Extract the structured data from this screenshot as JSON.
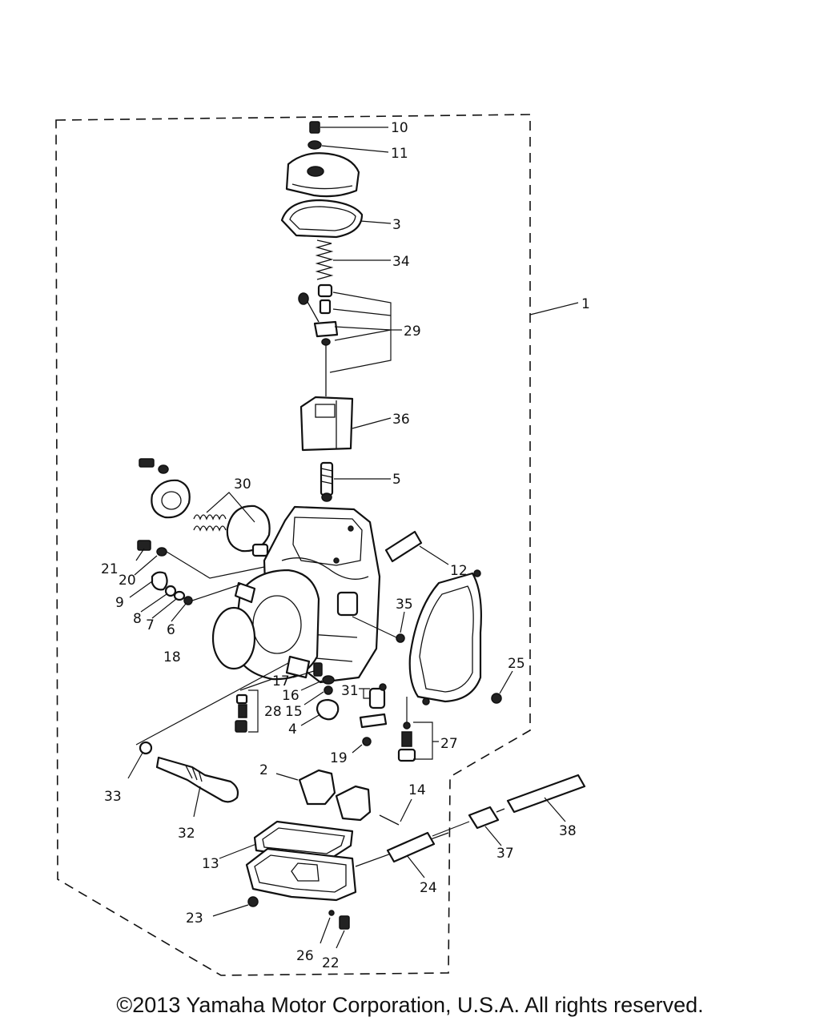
{
  "diagram": {
    "assembly_label": "1",
    "callouts": {
      "p10": "10",
      "p11": "11",
      "p3": "3",
      "p34": "34",
      "p29": "29",
      "p36": "36",
      "p5": "5",
      "p30": "30",
      "p12": "12",
      "p21": "21",
      "p20": "20",
      "p9": "9",
      "p8": "8",
      "p7": "7",
      "p6": "6",
      "p35": "35",
      "p18": "18",
      "p25": "25",
      "p17": "17",
      "p16": "16",
      "p31": "31",
      "p28": "28",
      "p15": "15",
      "p4": "4",
      "p27": "27",
      "p19": "19",
      "p33": "33",
      "p2": "2",
      "p14": "14",
      "p32": "32",
      "p13": "13",
      "p38": "38",
      "p37": "37",
      "p24": "24",
      "p23": "23",
      "p26": "26",
      "p22": "22"
    }
  },
  "footer": {
    "copyright": "©2013 Yamaha Motor Corporation, U.S.A. All rights reserved."
  }
}
